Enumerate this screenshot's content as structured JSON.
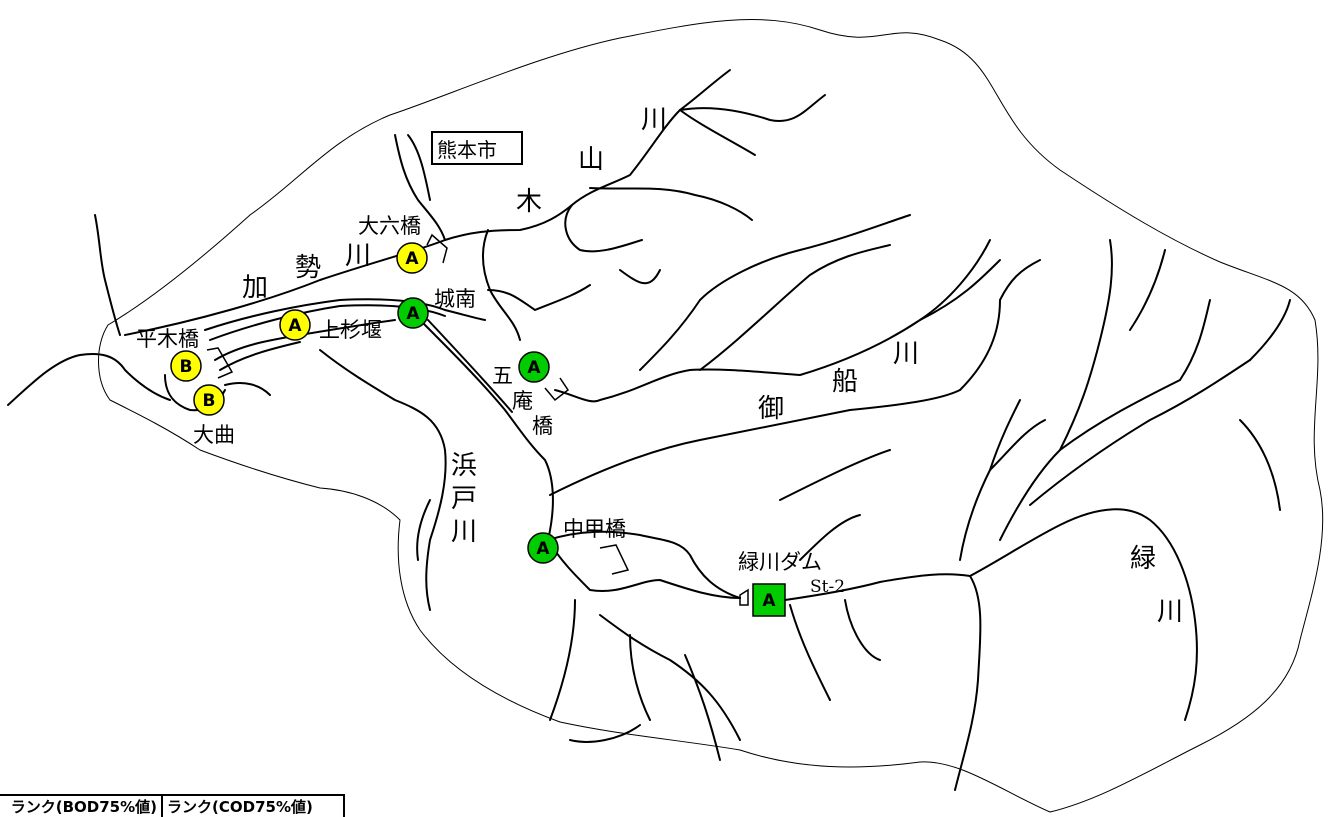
{
  "map": {
    "city_label": "熊本市",
    "rivers": [
      {
        "id": "shirakawa",
        "chars": [
          "木",
          "山",
          "川"
        ]
      },
      {
        "id": "kase",
        "chars": [
          "加",
          "勢",
          "川"
        ]
      },
      {
        "id": "hamado",
        "chars": [
          "浜",
          "戸",
          "川"
        ]
      },
      {
        "id": "mifune",
        "chars": [
          "御",
          "船",
          "川"
        ]
      },
      {
        "id": "midori",
        "chars": [
          "緑",
          "川"
        ]
      }
    ],
    "stations": [
      {
        "id": "dairoku",
        "name": "大六橋",
        "rank": "A",
        "shape": "circle",
        "color": "#ffff00"
      },
      {
        "id": "kamisugi",
        "name": "上杉堰",
        "rank": "A",
        "shape": "circle",
        "color": "#ffff00"
      },
      {
        "id": "jonan",
        "name": "城南",
        "rank": "A",
        "shape": "circle",
        "color": "#00cc00"
      },
      {
        "id": "hiragi",
        "name": "平木橋",
        "rank": "B",
        "shape": "circle",
        "color": "#ffff00"
      },
      {
        "id": "omagari",
        "name": "大曲",
        "rank": "B",
        "shape": "circle",
        "color": "#ffff00"
      },
      {
        "id": "goan",
        "name": "五庵橋",
        "rank": "A",
        "shape": "circle",
        "color": "#00cc00"
      },
      {
        "id": "nakakou",
        "name": "中甲橋",
        "rank": "A",
        "shape": "circle",
        "color": "#00cc00"
      },
      {
        "id": "midoridam",
        "name": "緑川ダム",
        "rank": "A",
        "shape": "square",
        "color": "#00cc00",
        "code": "St-2"
      }
    ]
  },
  "legend": {
    "bod_header": "ランク(BOD75%値)",
    "cod_header": "ランク(COD75%値)"
  }
}
